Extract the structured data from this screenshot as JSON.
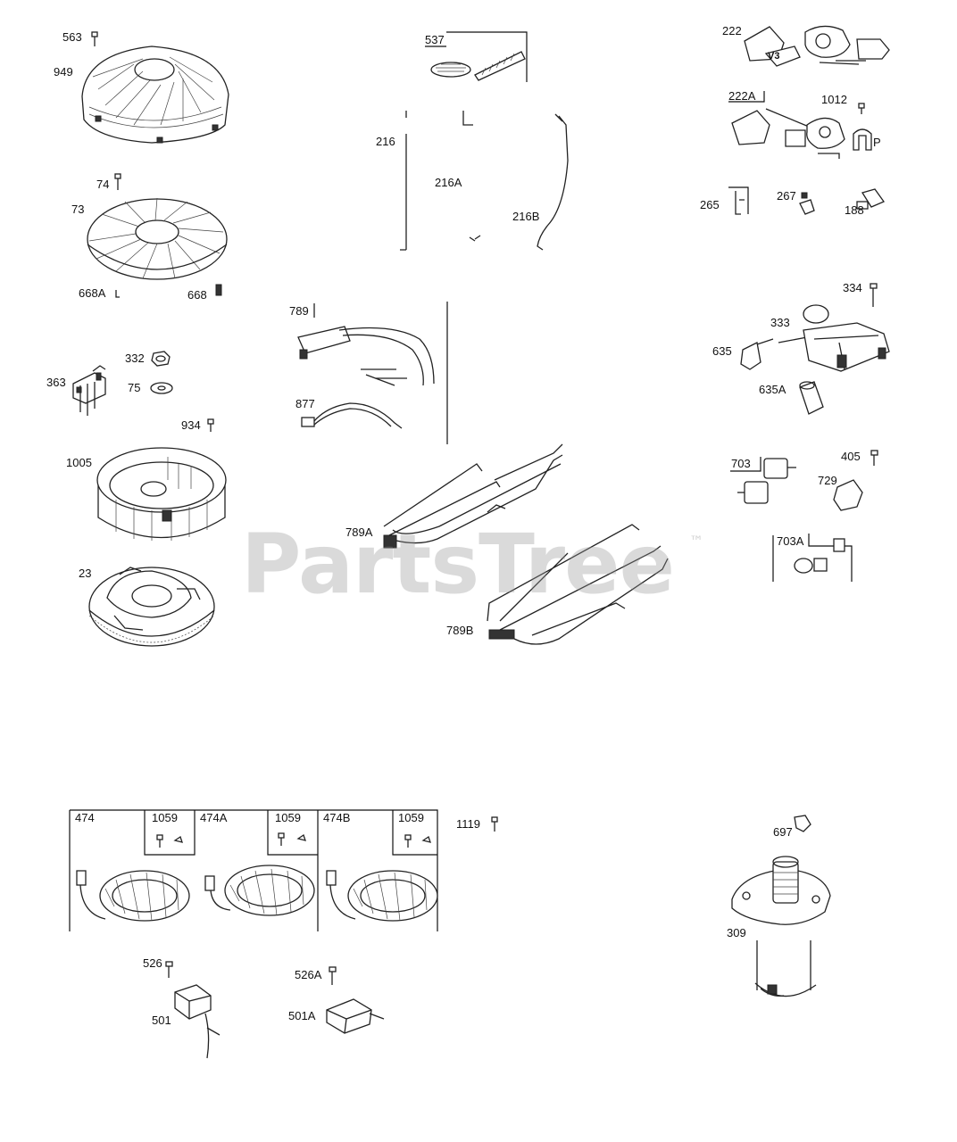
{
  "watermark": {
    "text": "PartsTree",
    "trademark": "™"
  },
  "callouts": {
    "p563": "563",
    "p949": "949",
    "p74": "74",
    "p73": "73",
    "p668A": "668A",
    "p668": "668",
    "p332": "332",
    "p363": "363",
    "p75": "75",
    "p934": "934",
    "p1005": "1005",
    "p23": "23",
    "p537": "537",
    "p216": "216",
    "p216A": "216A",
    "p216B": "216B",
    "p789": "789",
    "p877": "877",
    "p789A": "789A",
    "p789B": "789B",
    "p222": "222",
    "p222A": "222A",
    "p1012": "1012",
    "p265": "265",
    "p267": "267",
    "p188": "188",
    "p334": "334",
    "p333": "333",
    "p635": "635",
    "p635A": "635A",
    "p703": "703",
    "p405": "405",
    "p729": "729",
    "p703A": "703A",
    "p474": "474",
    "p1059a": "1059",
    "p474A": "474A",
    "p1059b": "1059",
    "p474B": "474B",
    "p1059c": "1059",
    "p1119": "1119",
    "p697": "697",
    "p309": "309",
    "p526": "526",
    "p501": "501",
    "p526A": "526A",
    "p501A": "501A"
  },
  "part_marks": {
    "v3": "V3",
    "p": "P"
  }
}
